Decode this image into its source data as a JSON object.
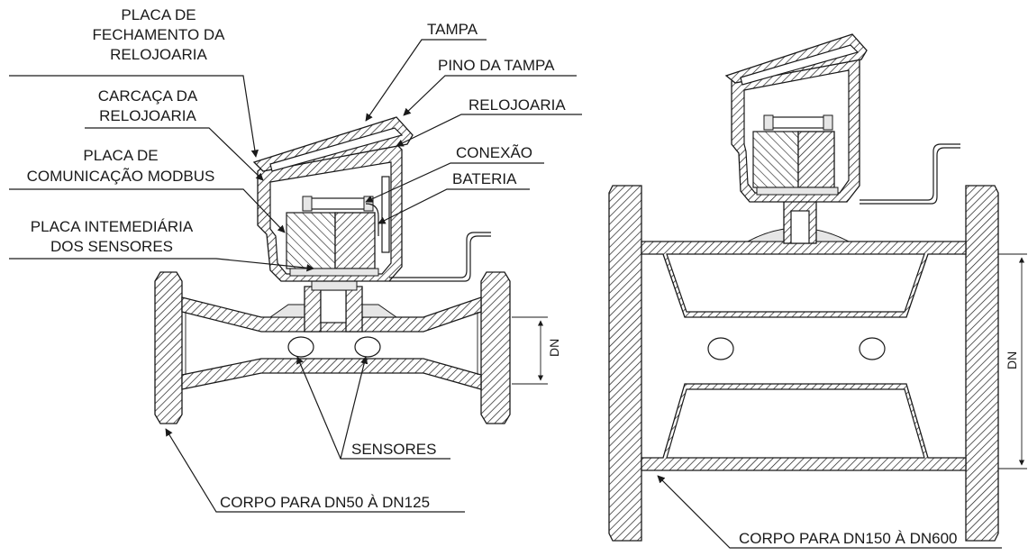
{
  "figure": {
    "left": {
      "labels": {
        "placa_fechamento": [
          "PLACA DE",
          "FECHAMENTO DA",
          "RELOJOARIA"
        ],
        "carcaca": [
          "CARCAÇA DA",
          "RELOJOARIA"
        ],
        "placa_modbus": [
          "PLACA DE",
          "COMUNICAÇÃO MODBUS"
        ],
        "placa_intermediaria": [
          "PLACA INTEMEDIÁRIA",
          "DOS SENSORES"
        ],
        "tampa": "TAMPA",
        "pino_tampa": "PINO DA TAMPA",
        "relojoaria": "RELOJOARIA",
        "conexao": "CONEXÃO",
        "bateria": "BATERIA",
        "sensores": "SENSORES",
        "corpo": "CORPO PARA DN50 À DN125",
        "dn": "DN"
      }
    },
    "right": {
      "labels": {
        "corpo": "CORPO PARA DN150 À DN600",
        "dn": "DN"
      }
    }
  }
}
